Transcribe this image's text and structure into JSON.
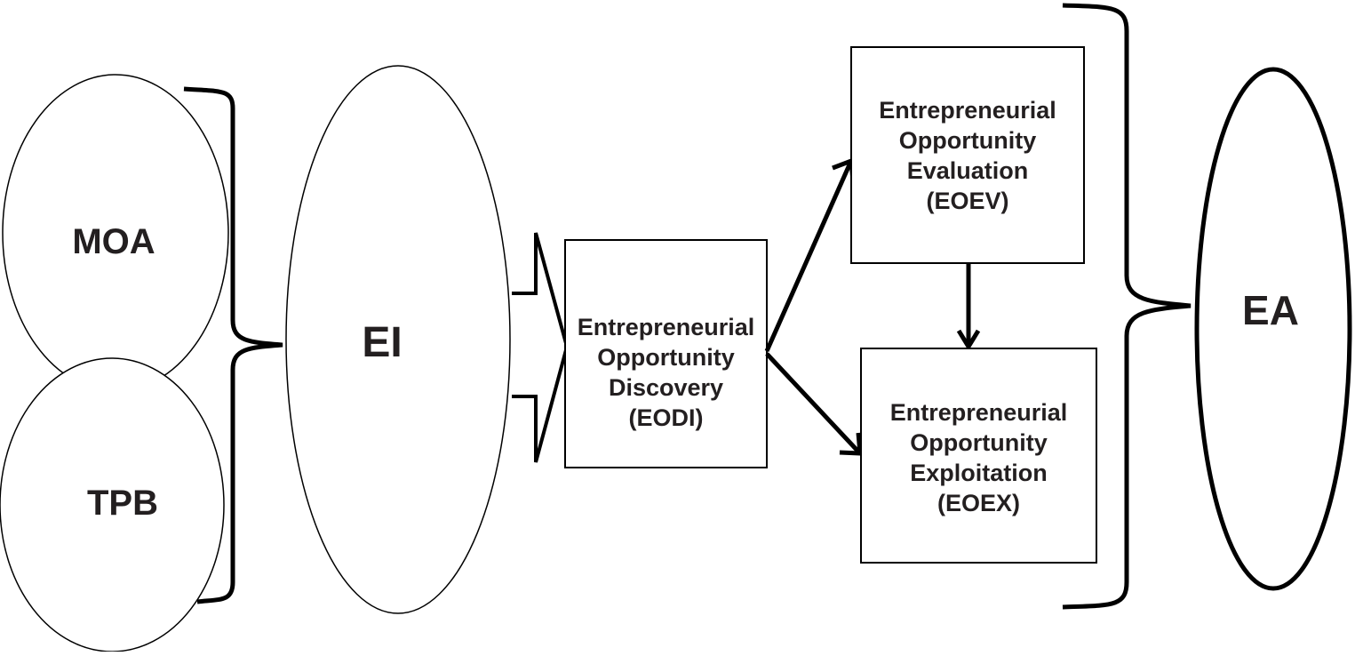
{
  "nodes": {
    "moa": {
      "label": "MOA"
    },
    "tpb": {
      "label": "TPB"
    },
    "ei": {
      "label": "EI"
    },
    "ea": {
      "label": "EA"
    },
    "eodi": {
      "lines": [
        "Entrepreneurial",
        "Opportunity",
        "Discovery",
        "(EODI)"
      ]
    },
    "eoev": {
      "lines": [
        "Entrepreneurial",
        "Opportunity",
        "Evaluation",
        "(EOEV)"
      ]
    },
    "eoex": {
      "lines": [
        "Entrepreneurial",
        "Opportunity",
        "Exploitation",
        "(EOEX)"
      ]
    }
  },
  "colors": {
    "stroke": "#000000",
    "text": "#231f20",
    "background": "#ffffff"
  }
}
